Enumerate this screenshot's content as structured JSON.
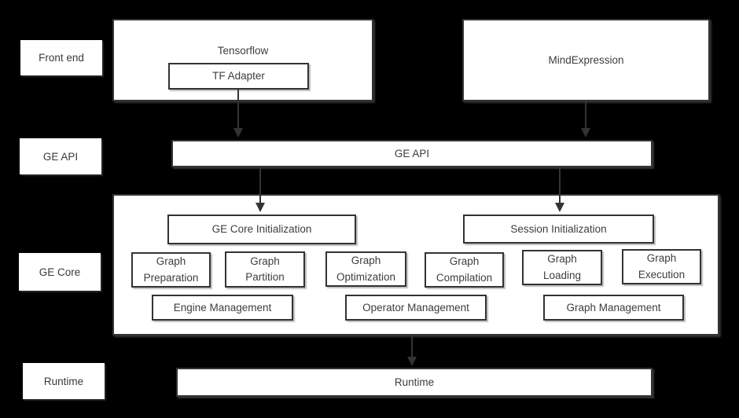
{
  "colors": {
    "background": "#000000",
    "box_fill": "#ffffff",
    "box_border": "#333333",
    "text": "#3d3d3d",
    "arrow": "#333333"
  },
  "row_labels": {
    "front_end": "Front end",
    "ge_api": "GE API",
    "ge_core": "GE Core",
    "runtime": "Runtime"
  },
  "front_end": {
    "tensorflow": {
      "title": "Tensorflow",
      "tf_adapter": "TF Adapter"
    },
    "mind_expression": {
      "title": "MindExpression"
    }
  },
  "ge_api_bar": {
    "label": "GE API"
  },
  "ge_core": {
    "init_boxes": [
      {
        "label": "GE Core Initialization"
      },
      {
        "label": "Session Initialization"
      }
    ],
    "stage_boxes": [
      {
        "line1": "Graph",
        "line2": "Preparation"
      },
      {
        "line1": "Graph",
        "line2": "Partition"
      },
      {
        "line1": "Graph",
        "line2": "Optimization"
      },
      {
        "line1": "Graph",
        "line2": "Compilation"
      },
      {
        "line1": "Graph",
        "line2": "Loading"
      },
      {
        "line1": "Graph",
        "line2": "Execution"
      }
    ],
    "management_boxes": [
      {
        "label": "Engine Management"
      },
      {
        "label": "Operator Management"
      },
      {
        "label": "Graph Management"
      }
    ]
  },
  "runtime_bar": {
    "label": "Runtime"
  },
  "arrows": [
    {
      "from": "tf-adapter",
      "to": "ge-api-bar"
    },
    {
      "from": "mindexpression",
      "to": "ge-api-bar"
    },
    {
      "from": "ge-api-bar",
      "to": "ge-core-initialization"
    },
    {
      "from": "ge-api-bar",
      "to": "session-initialization"
    },
    {
      "from": "ge-core",
      "to": "runtime-bar"
    }
  ]
}
